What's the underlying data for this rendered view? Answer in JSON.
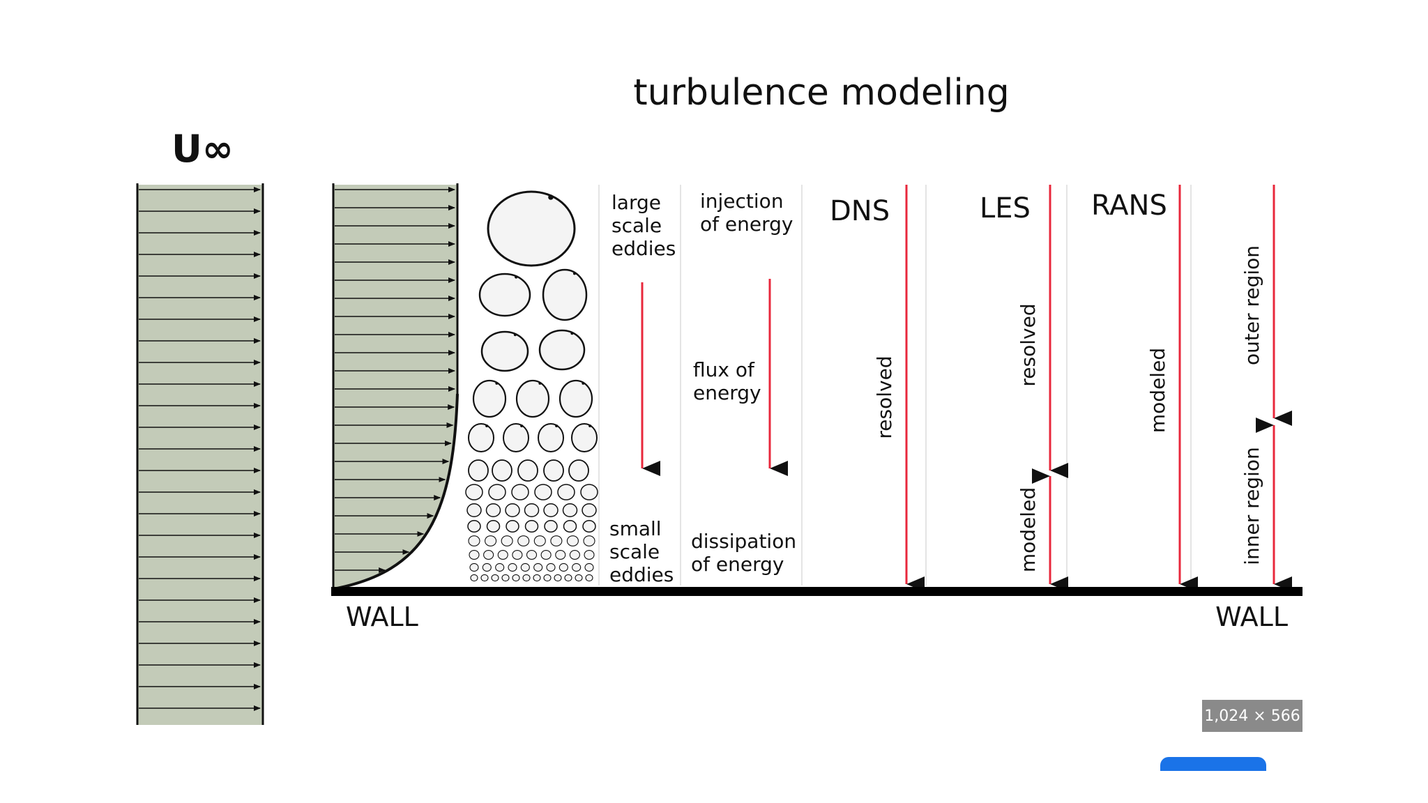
{
  "title": "turbulence modeling",
  "freestream_label": "U∞",
  "wall_label_left": "WALL",
  "wall_label_right": "WALL",
  "eddy_labels": {
    "large": [
      "large",
      "scale",
      "eddies"
    ],
    "small": [
      "small",
      "scale",
      "eddies"
    ]
  },
  "energy_labels": {
    "injection": [
      "injection",
      "of energy"
    ],
    "flux": [
      "flux of",
      "energy"
    ],
    "dissipation": [
      "dissipation",
      "of energy"
    ]
  },
  "models": {
    "dns": {
      "name": "DNS",
      "resolved": "resolved"
    },
    "les": {
      "name": "LES",
      "resolved": "resolved",
      "modeled": "modeled"
    },
    "rans": {
      "name": "RANS",
      "modeled": "modeled"
    },
    "regions": {
      "outer": "outer region",
      "inner": "inner region"
    }
  },
  "image_size_badge": "1,024 × 566",
  "colors": {
    "profile_fill": "#c3cbb8",
    "arrow_red": "#e8283c",
    "wall": "#000000",
    "badge_bg": "#8a8a8a",
    "accent_blue": "#1a73e8"
  }
}
